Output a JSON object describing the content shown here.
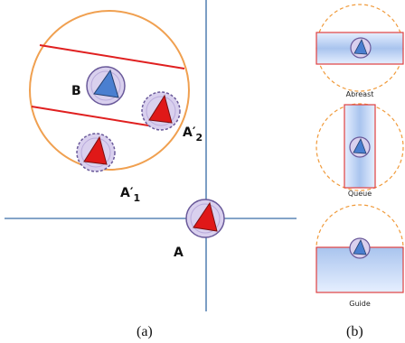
{
  "panel_a": {
    "caption": "(a)",
    "labels": {
      "B": "B",
      "A": "A",
      "A_prime_2": "A′",
      "A_prime_2_sub": "2",
      "A_prime_1": "A′",
      "A_prime_1_sub": "1"
    }
  },
  "panel_b": {
    "caption": "(b)",
    "formations": [
      {
        "label": "Abreast"
      },
      {
        "label": "Queue"
      },
      {
        "label": "Guide"
      }
    ]
  },
  "colors": {
    "axis": "#5b86b5",
    "orange_circle": "#f0a050",
    "red_line": "#e02020",
    "robot_fill": "#d9d0ee",
    "robot_stroke": "#6a5a9a",
    "blue_triangle": "#4a7fd0",
    "red_triangle": "#e01818",
    "formation_fill": "#c6d8f4",
    "formation_stroke": "#e04040",
    "dashed_circle": "#f09a3a"
  }
}
